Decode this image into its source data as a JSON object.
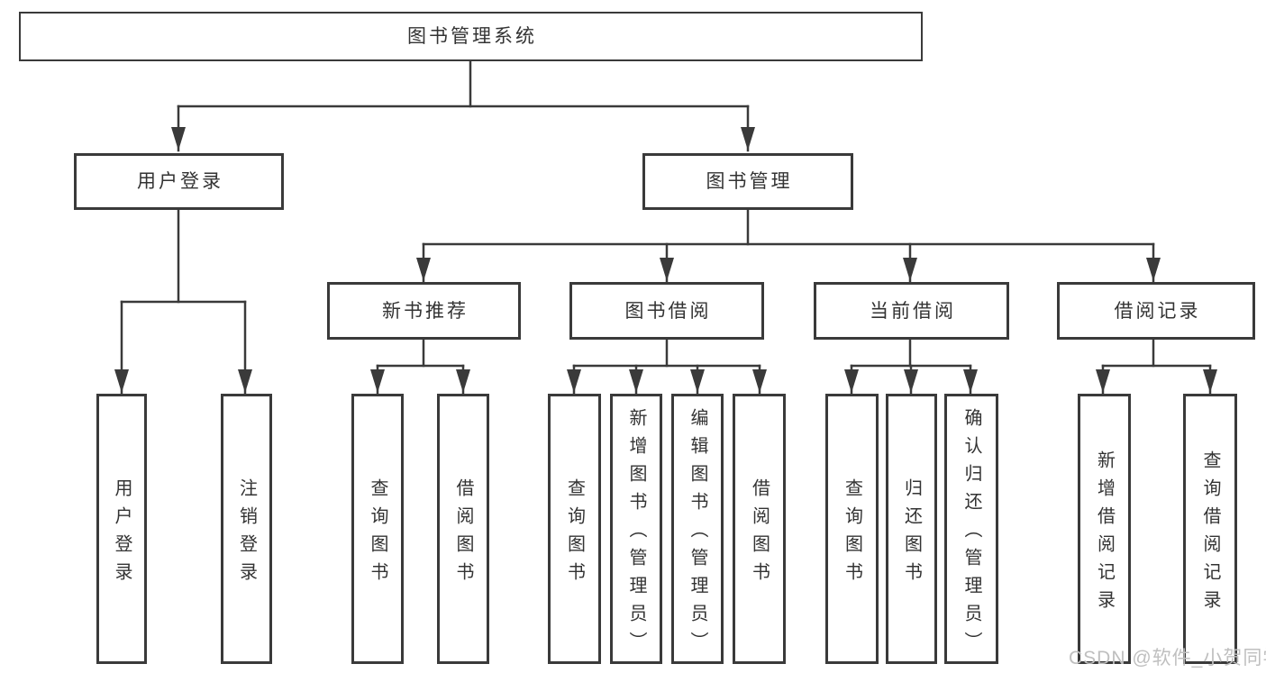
{
  "diagram_title": "图书管理系统",
  "nodes": {
    "root": "图书管理系统",
    "user_login": "用户登录",
    "book_mgmt": "图书管理",
    "new_book_rec": "新书推荐",
    "book_borrow": "图书借阅",
    "current_borrow": "当前借阅",
    "borrow_records": "借阅记录",
    "leaf_user_login": "用户登录",
    "leaf_logout": "注销登录",
    "leaf_nbr_query": "查询图书",
    "leaf_nbr_borrow": "借阅图书",
    "leaf_bb_query": "查询图书",
    "leaf_bb_add": "新增图书（管理员）",
    "leaf_bb_edit": "编辑图书（管理员）",
    "leaf_bb_borrow": "借阅图书",
    "leaf_cb_query": "查询图书",
    "leaf_cb_return": "归还图书",
    "leaf_cb_confirm": "确认归还（管理员）",
    "leaf_br_add": "新增借阅记录",
    "leaf_br_query": "查询借阅记录"
  },
  "hierarchy": {
    "图书管理系统": [
      "用户登录",
      "图书管理"
    ],
    "用户登录": [
      "用户登录",
      "注销登录"
    ],
    "图书管理": [
      "新书推荐",
      "图书借阅",
      "当前借阅",
      "借阅记录"
    ],
    "新书推荐": [
      "查询图书",
      "借阅图书"
    ],
    "图书借阅": [
      "查询图书",
      "新增图书（管理员）",
      "编辑图书（管理员）",
      "借阅图书"
    ],
    "当前借阅": [
      "查询图书",
      "归还图书",
      "确认归还（管理员）"
    ],
    "借阅记录": [
      "新增借阅记录",
      "查询借阅记录"
    ]
  },
  "watermark": "CSDN @软件_小贺同学",
  "colors": {
    "line": "#3a3a3a",
    "text": "#333333",
    "box_fill": "#ffffff",
    "watermark": "#bfbfbf",
    "background": "#ffffff"
  }
}
